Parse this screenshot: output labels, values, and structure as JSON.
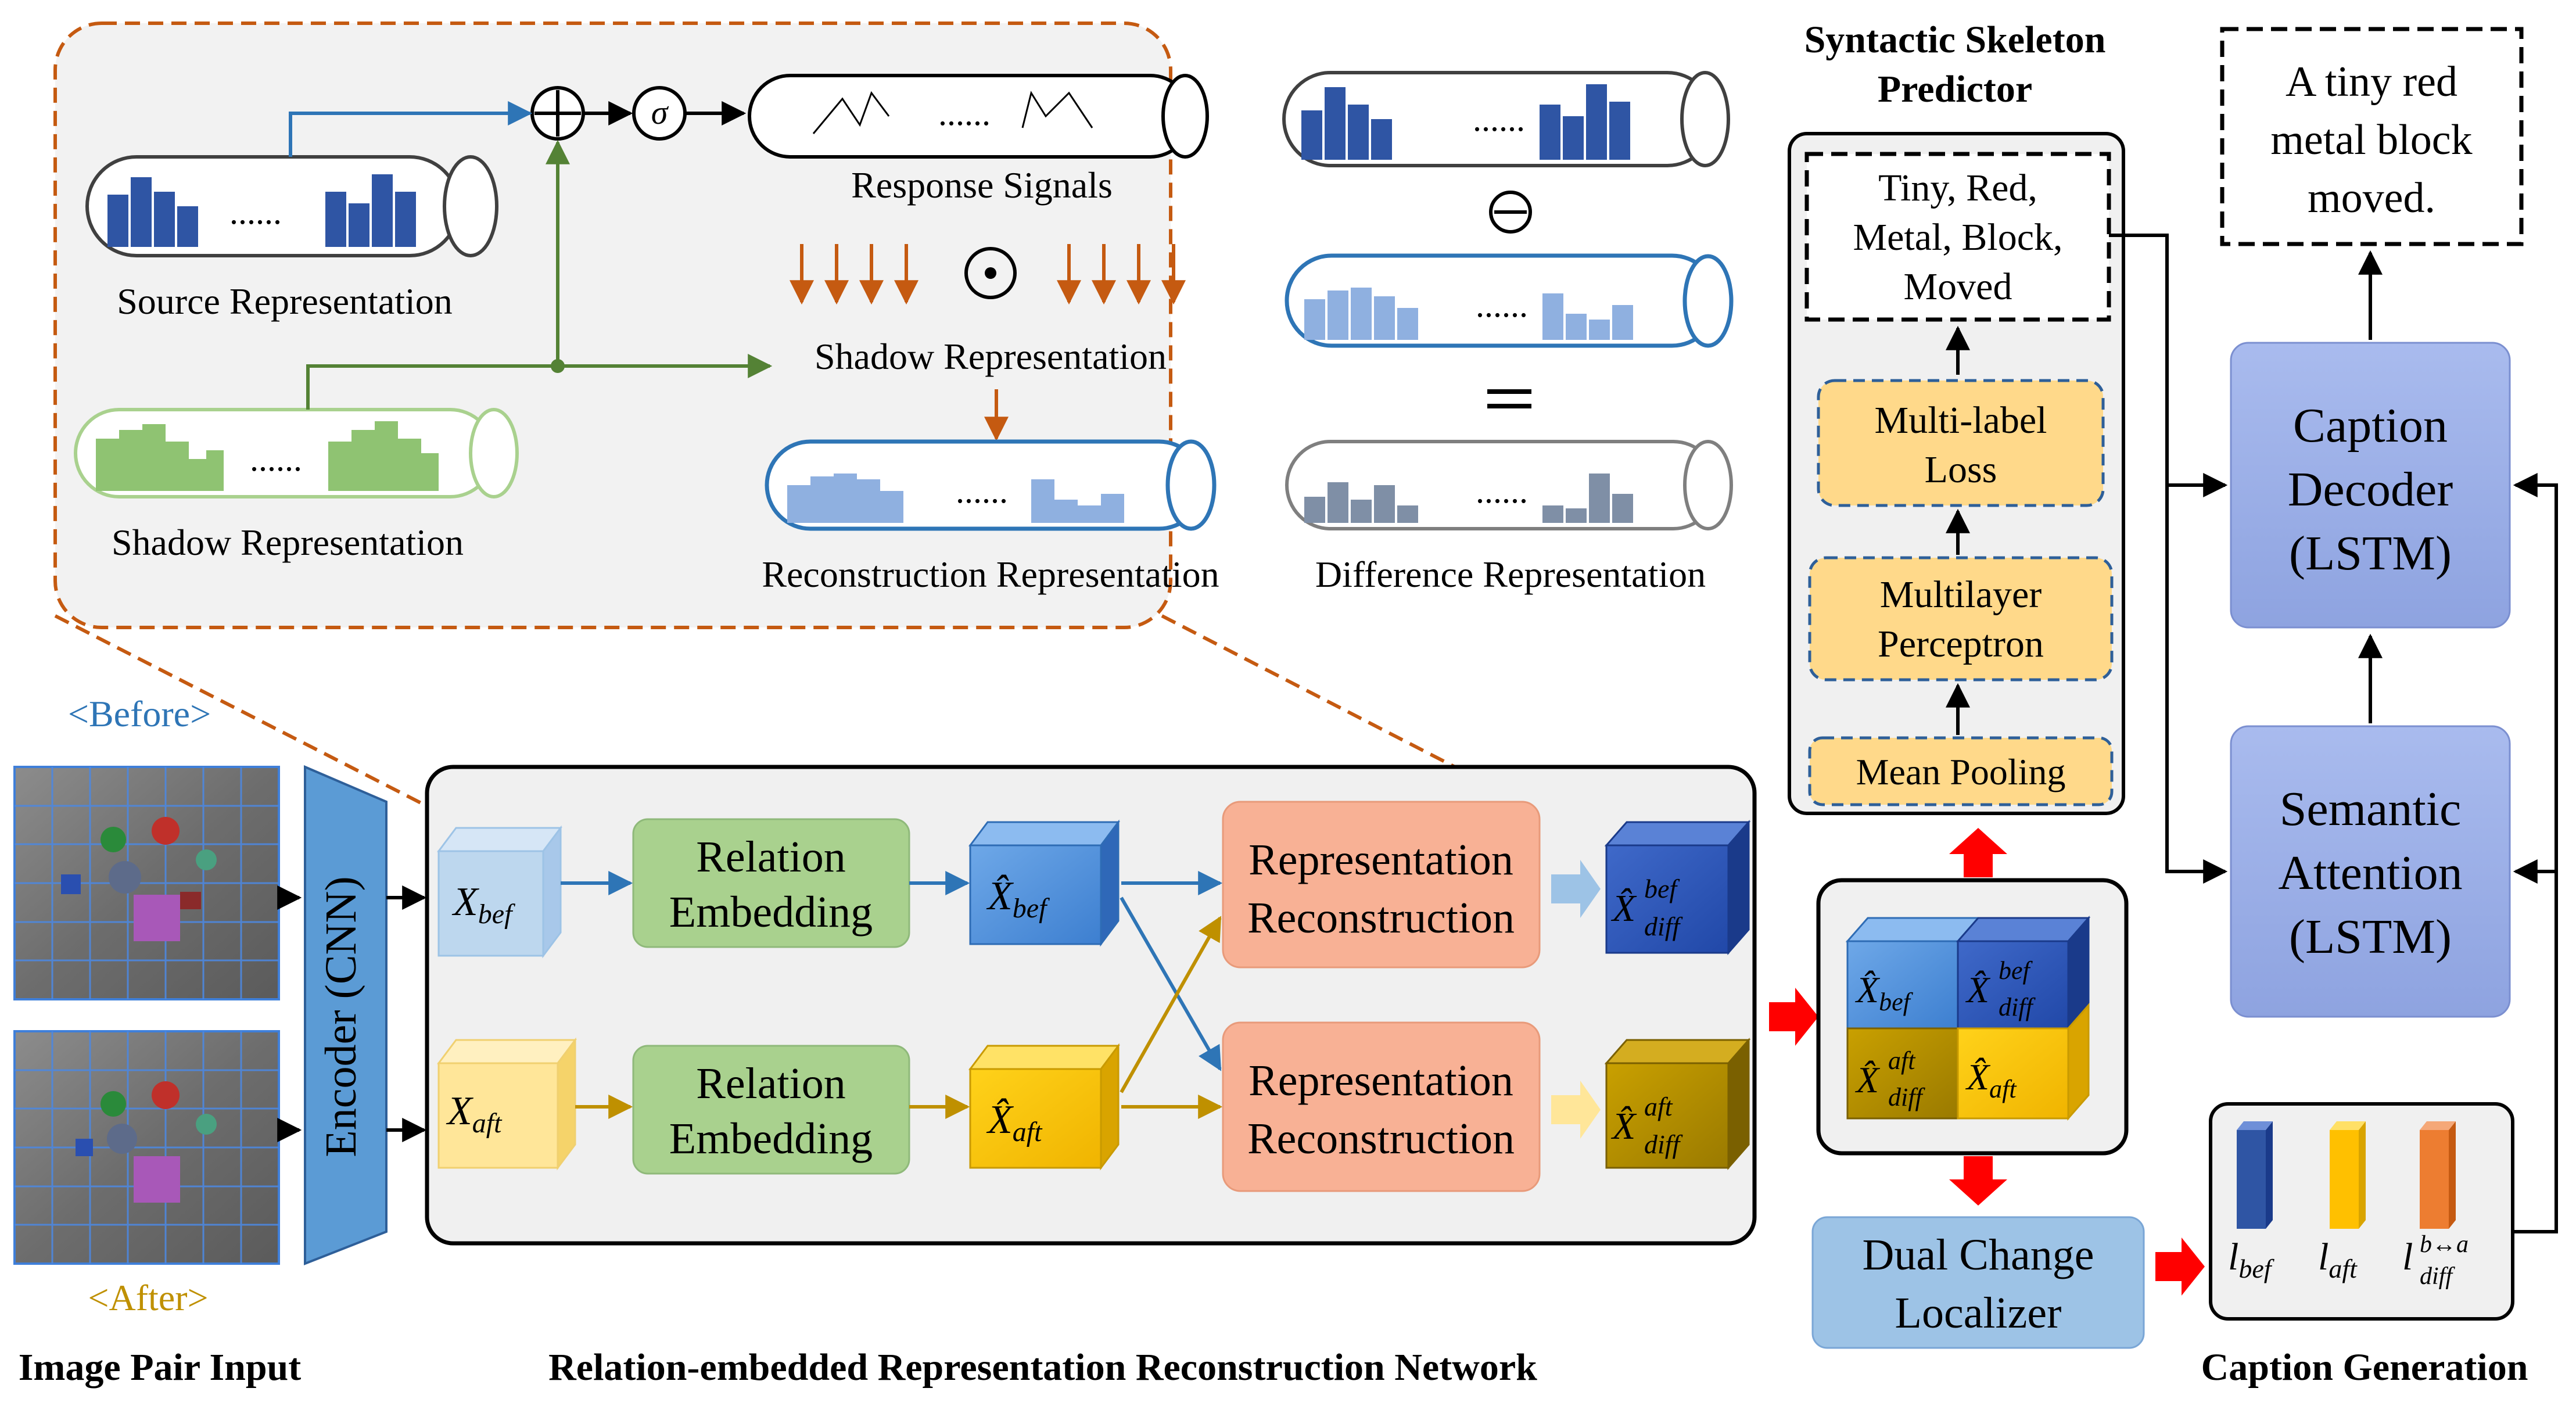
{
  "captions": {
    "image_pair_input": "Image Pair Input",
    "network": "Relation-embedded Representation Reconstruction Network",
    "caption_generation": "Caption Generation"
  },
  "inputs": {
    "before_label": "<Before>",
    "after_label": "<After>"
  },
  "encoder": {
    "label": "Encoder (CNN)"
  },
  "network": {
    "x_bef": "X",
    "x_bef_sub": "bef",
    "x_aft": "X",
    "x_aft_sub": "aft",
    "relation_embedding_line1": "Relation",
    "relation_embedding_line2": "Embedding",
    "xhat_bef": "X̂",
    "xhat_bef_sub": "bef",
    "xhat_aft": "X̂",
    "xhat_aft_sub": "aft",
    "rr_line1": "Representation",
    "rr_line2": "Reconstruction",
    "diff_bef": "X̂",
    "diff_bef_sup": "bef",
    "diff_bef_sub": "diff",
    "diff_aft": "X̂",
    "diff_aft_sup": "aft",
    "diff_aft_sub": "diff"
  },
  "inset": {
    "source_representation": "Source Representation",
    "shadow_representation_left": "Shadow Representation",
    "response_signals": "Response Signals",
    "shadow_representation_mid": "Shadow Representation",
    "reconstruction_representation": "Reconstruction Representation",
    "difference_representation": "Difference Representation",
    "ellipsis": "......",
    "oplus": "⊕",
    "sigma": "σ",
    "odot": "⊙",
    "ominus": "⊖",
    "equals": "="
  },
  "skeleton": {
    "title_line1": "Syntactic Skeleton",
    "title_line2": "Predictor",
    "words_line1": "Tiny, Red,",
    "words_line2": "Metal, Block,",
    "words_line3": "Moved",
    "mll_line1": "Multi-label",
    "mll_line2": "Loss",
    "mlp_line1": "Multilayer",
    "mlp_line2": "Perceptron",
    "mean_pooling": "Mean Pooling"
  },
  "fused": {
    "bef": "X̂",
    "bef_sub": "bef",
    "diff_bef": "X̂",
    "diff_bef_sup": "bef",
    "diff_bef_sub": "diff",
    "diff_aft": "X̂",
    "diff_aft_sup": "aft",
    "diff_aft_sub": "diff",
    "aft": "X̂",
    "aft_sub": "aft"
  },
  "localizer": {
    "line1": "Dual Change",
    "line2": "Localizer"
  },
  "loc_out": {
    "l_bef": "l",
    "l_bef_sub": "bef",
    "l_aft": "l",
    "l_aft_sub": "aft",
    "l_diff": "l",
    "l_diff_sup": "b↔a",
    "l_diff_sub": "diff"
  },
  "decoder": {
    "output_line1": "A tiny red",
    "output_line2": "metal block",
    "output_line3": "moved.",
    "caption_decoder_line1": "Caption",
    "caption_decoder_line2": "Decoder",
    "caption_decoder_line3": "(LSTM)",
    "semantic_line1": "Semantic",
    "semantic_line2": "Attention",
    "semantic_line3": "(LSTM)"
  },
  "colors": {
    "blue_arrow": "#2e75b6",
    "green_arrow": "#548235",
    "orange_arrow": "#c55a11",
    "gold_arrow": "#bf9000",
    "red_arrow": "#ff0000",
    "rr_fill": "#f8b195",
    "relation_fill": "#a9d18e",
    "skeleton_box_fill": "#ffd98a",
    "decoder_fill": "#9aaee6"
  }
}
